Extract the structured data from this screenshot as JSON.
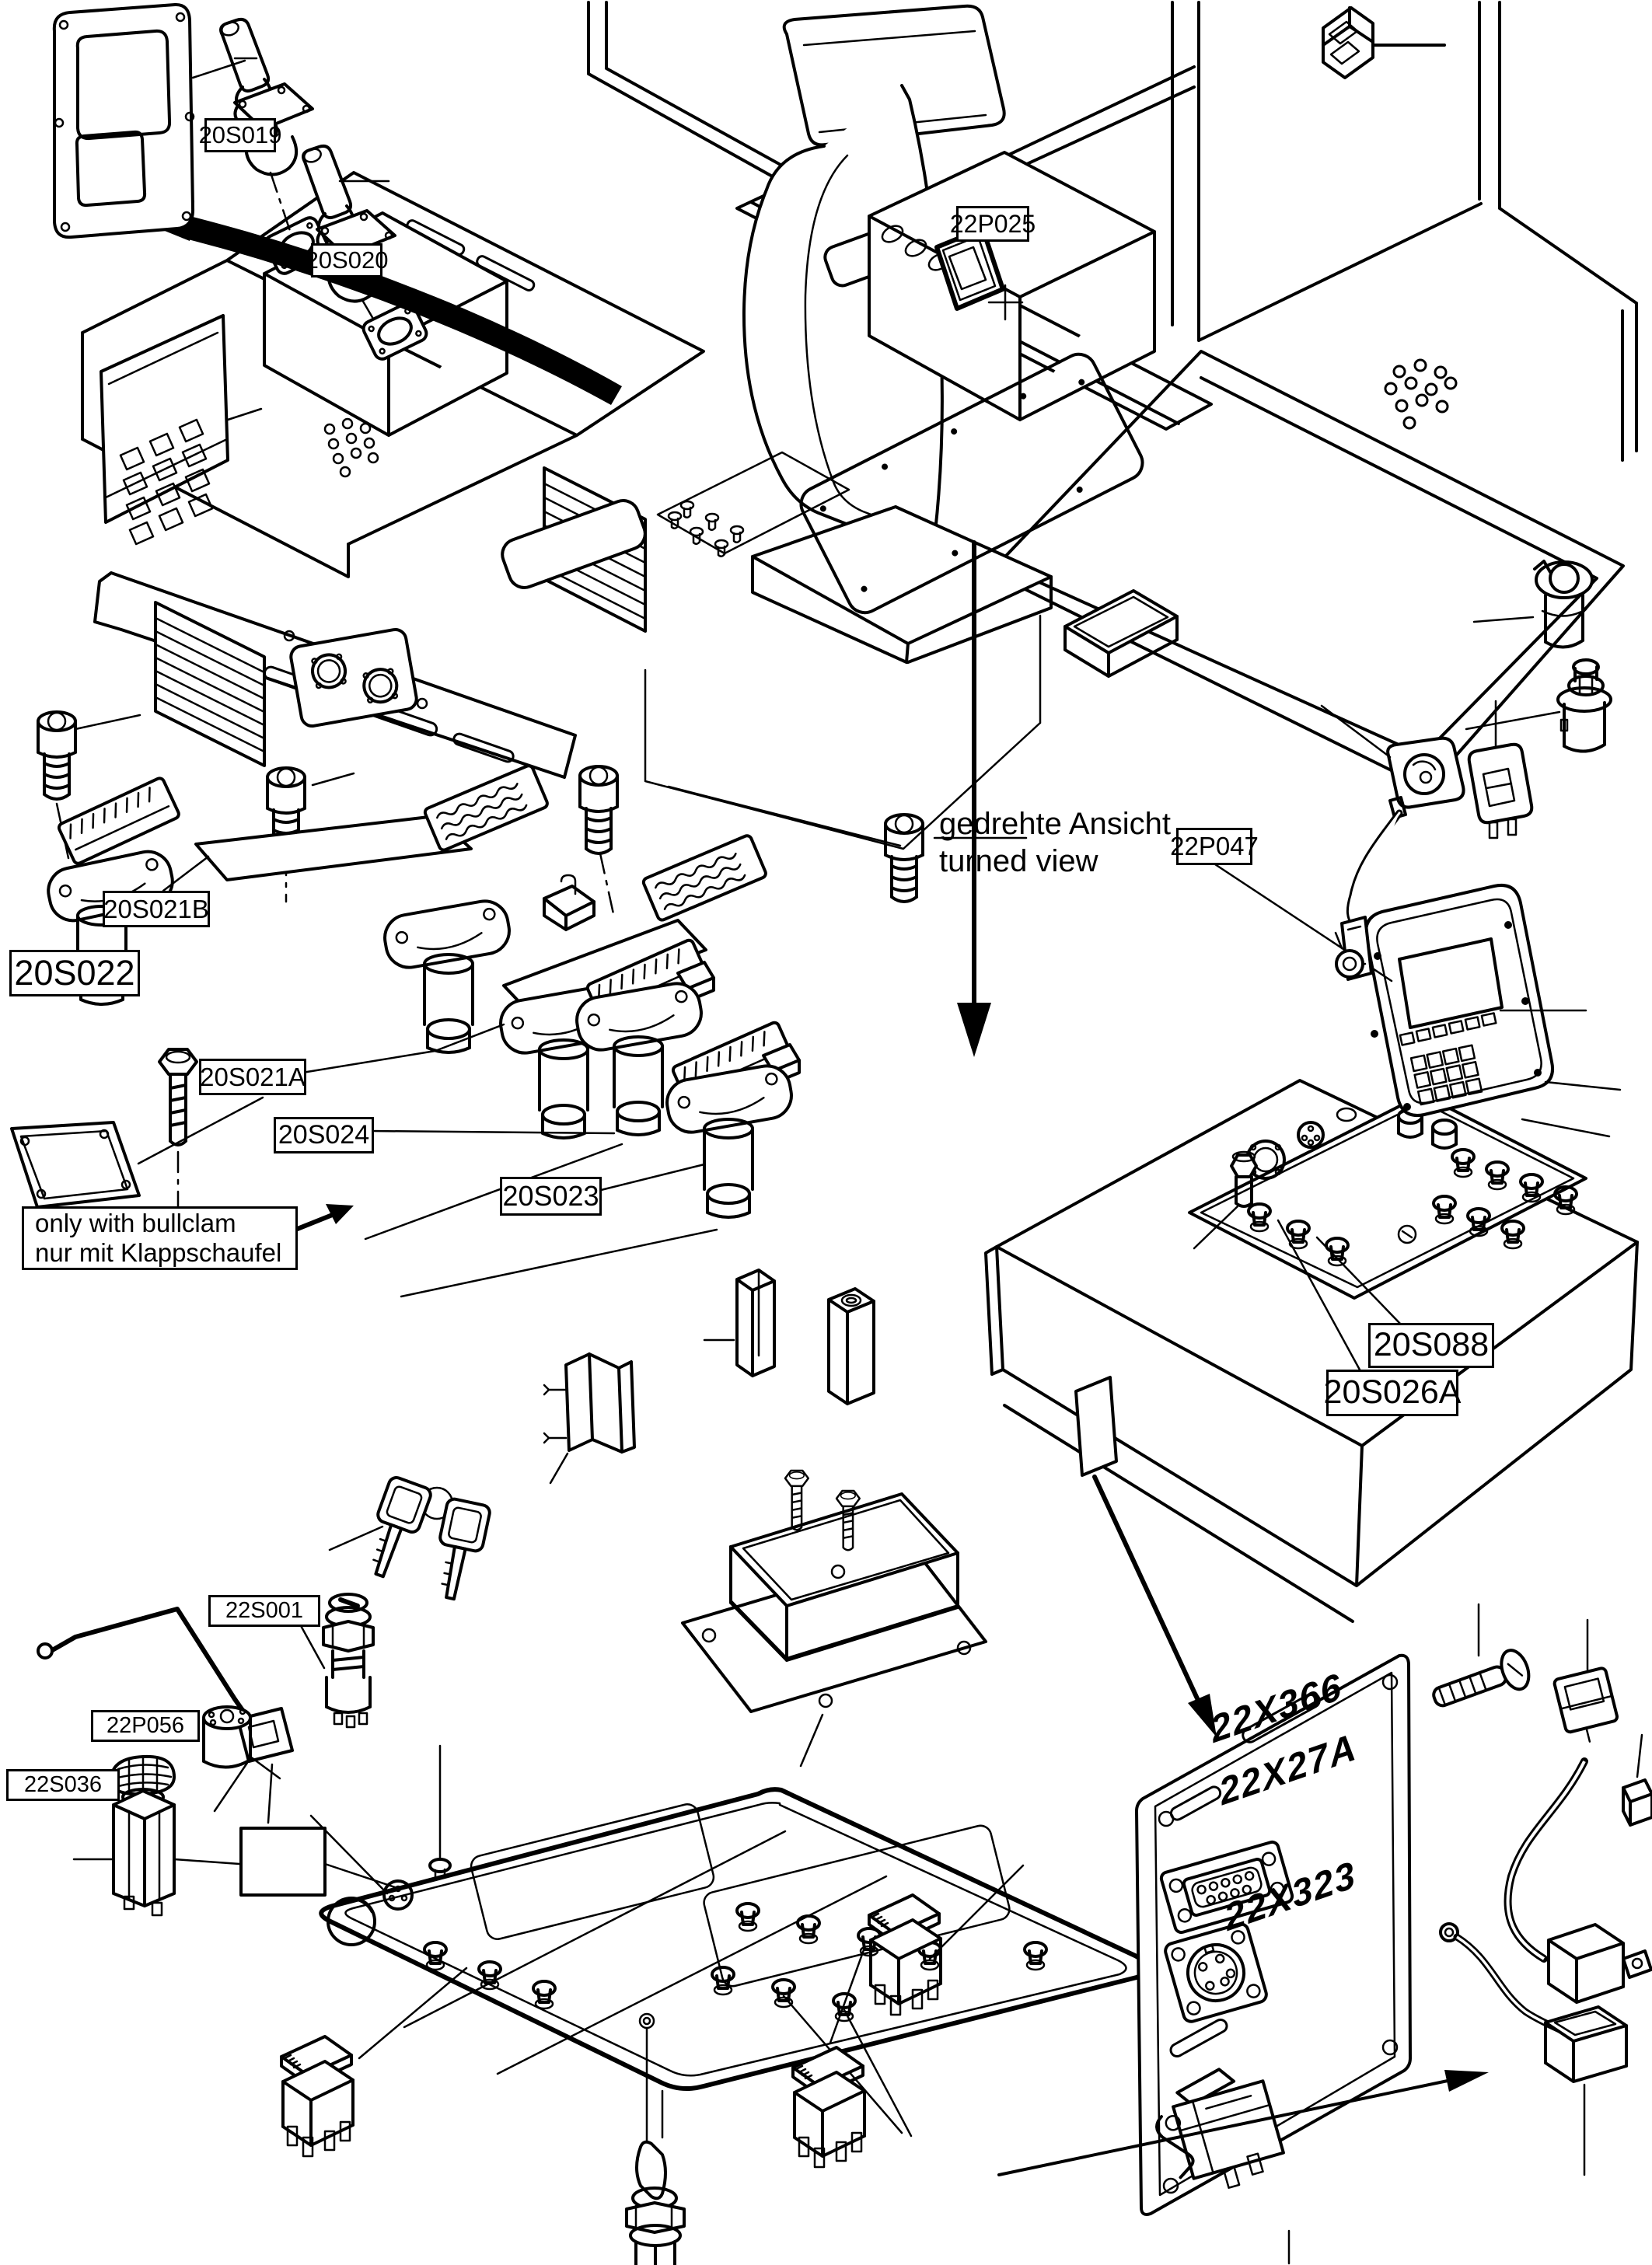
{
  "page": {
    "background": "#ffffff",
    "ink": "#000000"
  },
  "annotations": {
    "turned_view_line1": "gedrehte Ansicht",
    "turned_view_line2": "turned view",
    "bullclam_line1": "only with bullclam",
    "bullclam_line2": "nur mit Klappschaufel"
  },
  "part_labels": {
    "joystick_left": "20S019",
    "joystick_right": "20S020",
    "front_display": "22P025",
    "turned_display": "22P047",
    "pedal_far_left": "20S022",
    "pedal_center_b": "20S021B",
    "pedal_center_a": "20S021A",
    "pedal_mid": "20S024",
    "pedal_right": "20S023",
    "ignition_switch": "22S001",
    "plug_cap": "22P056",
    "pushbutton": "22S036",
    "console_switch_88": "20S088",
    "console_switch_26a": "20S026A"
  },
  "connector_panel_labels": {
    "top": "22X366",
    "middle": "22X27A",
    "bottom": "22X323"
  }
}
